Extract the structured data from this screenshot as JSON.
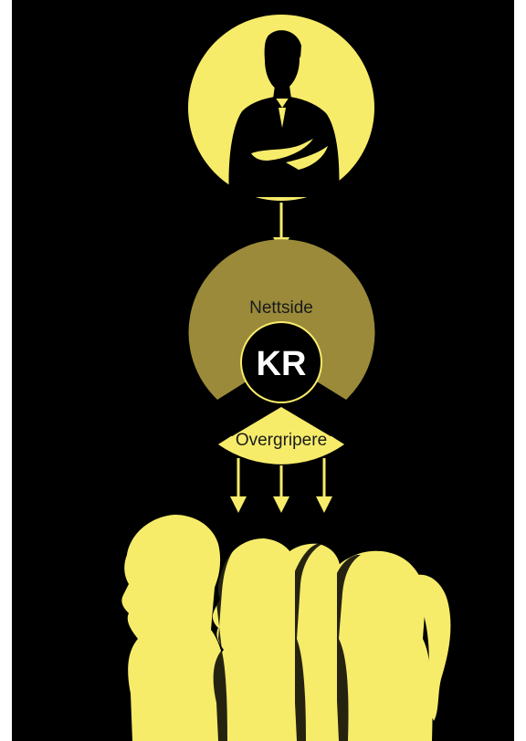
{
  "diagram": {
    "top_node": {
      "icon": "person-arms-crossed-silhouette-icon"
    },
    "website_node": {
      "label": "Nettside"
    },
    "core_node": {
      "label": "KR"
    },
    "abusers_node": {
      "label": "Overgripere"
    },
    "victims_group": {
      "icon": "group-of-profile-silhouettes-icon"
    }
  },
  "colors": {
    "background": "#000000",
    "accent_yellow": "#f7ec6a",
    "website_olive": "#9a8a3a",
    "core_black": "#000000",
    "core_text": "#ffffff",
    "label_text": "#1a1a1a"
  }
}
